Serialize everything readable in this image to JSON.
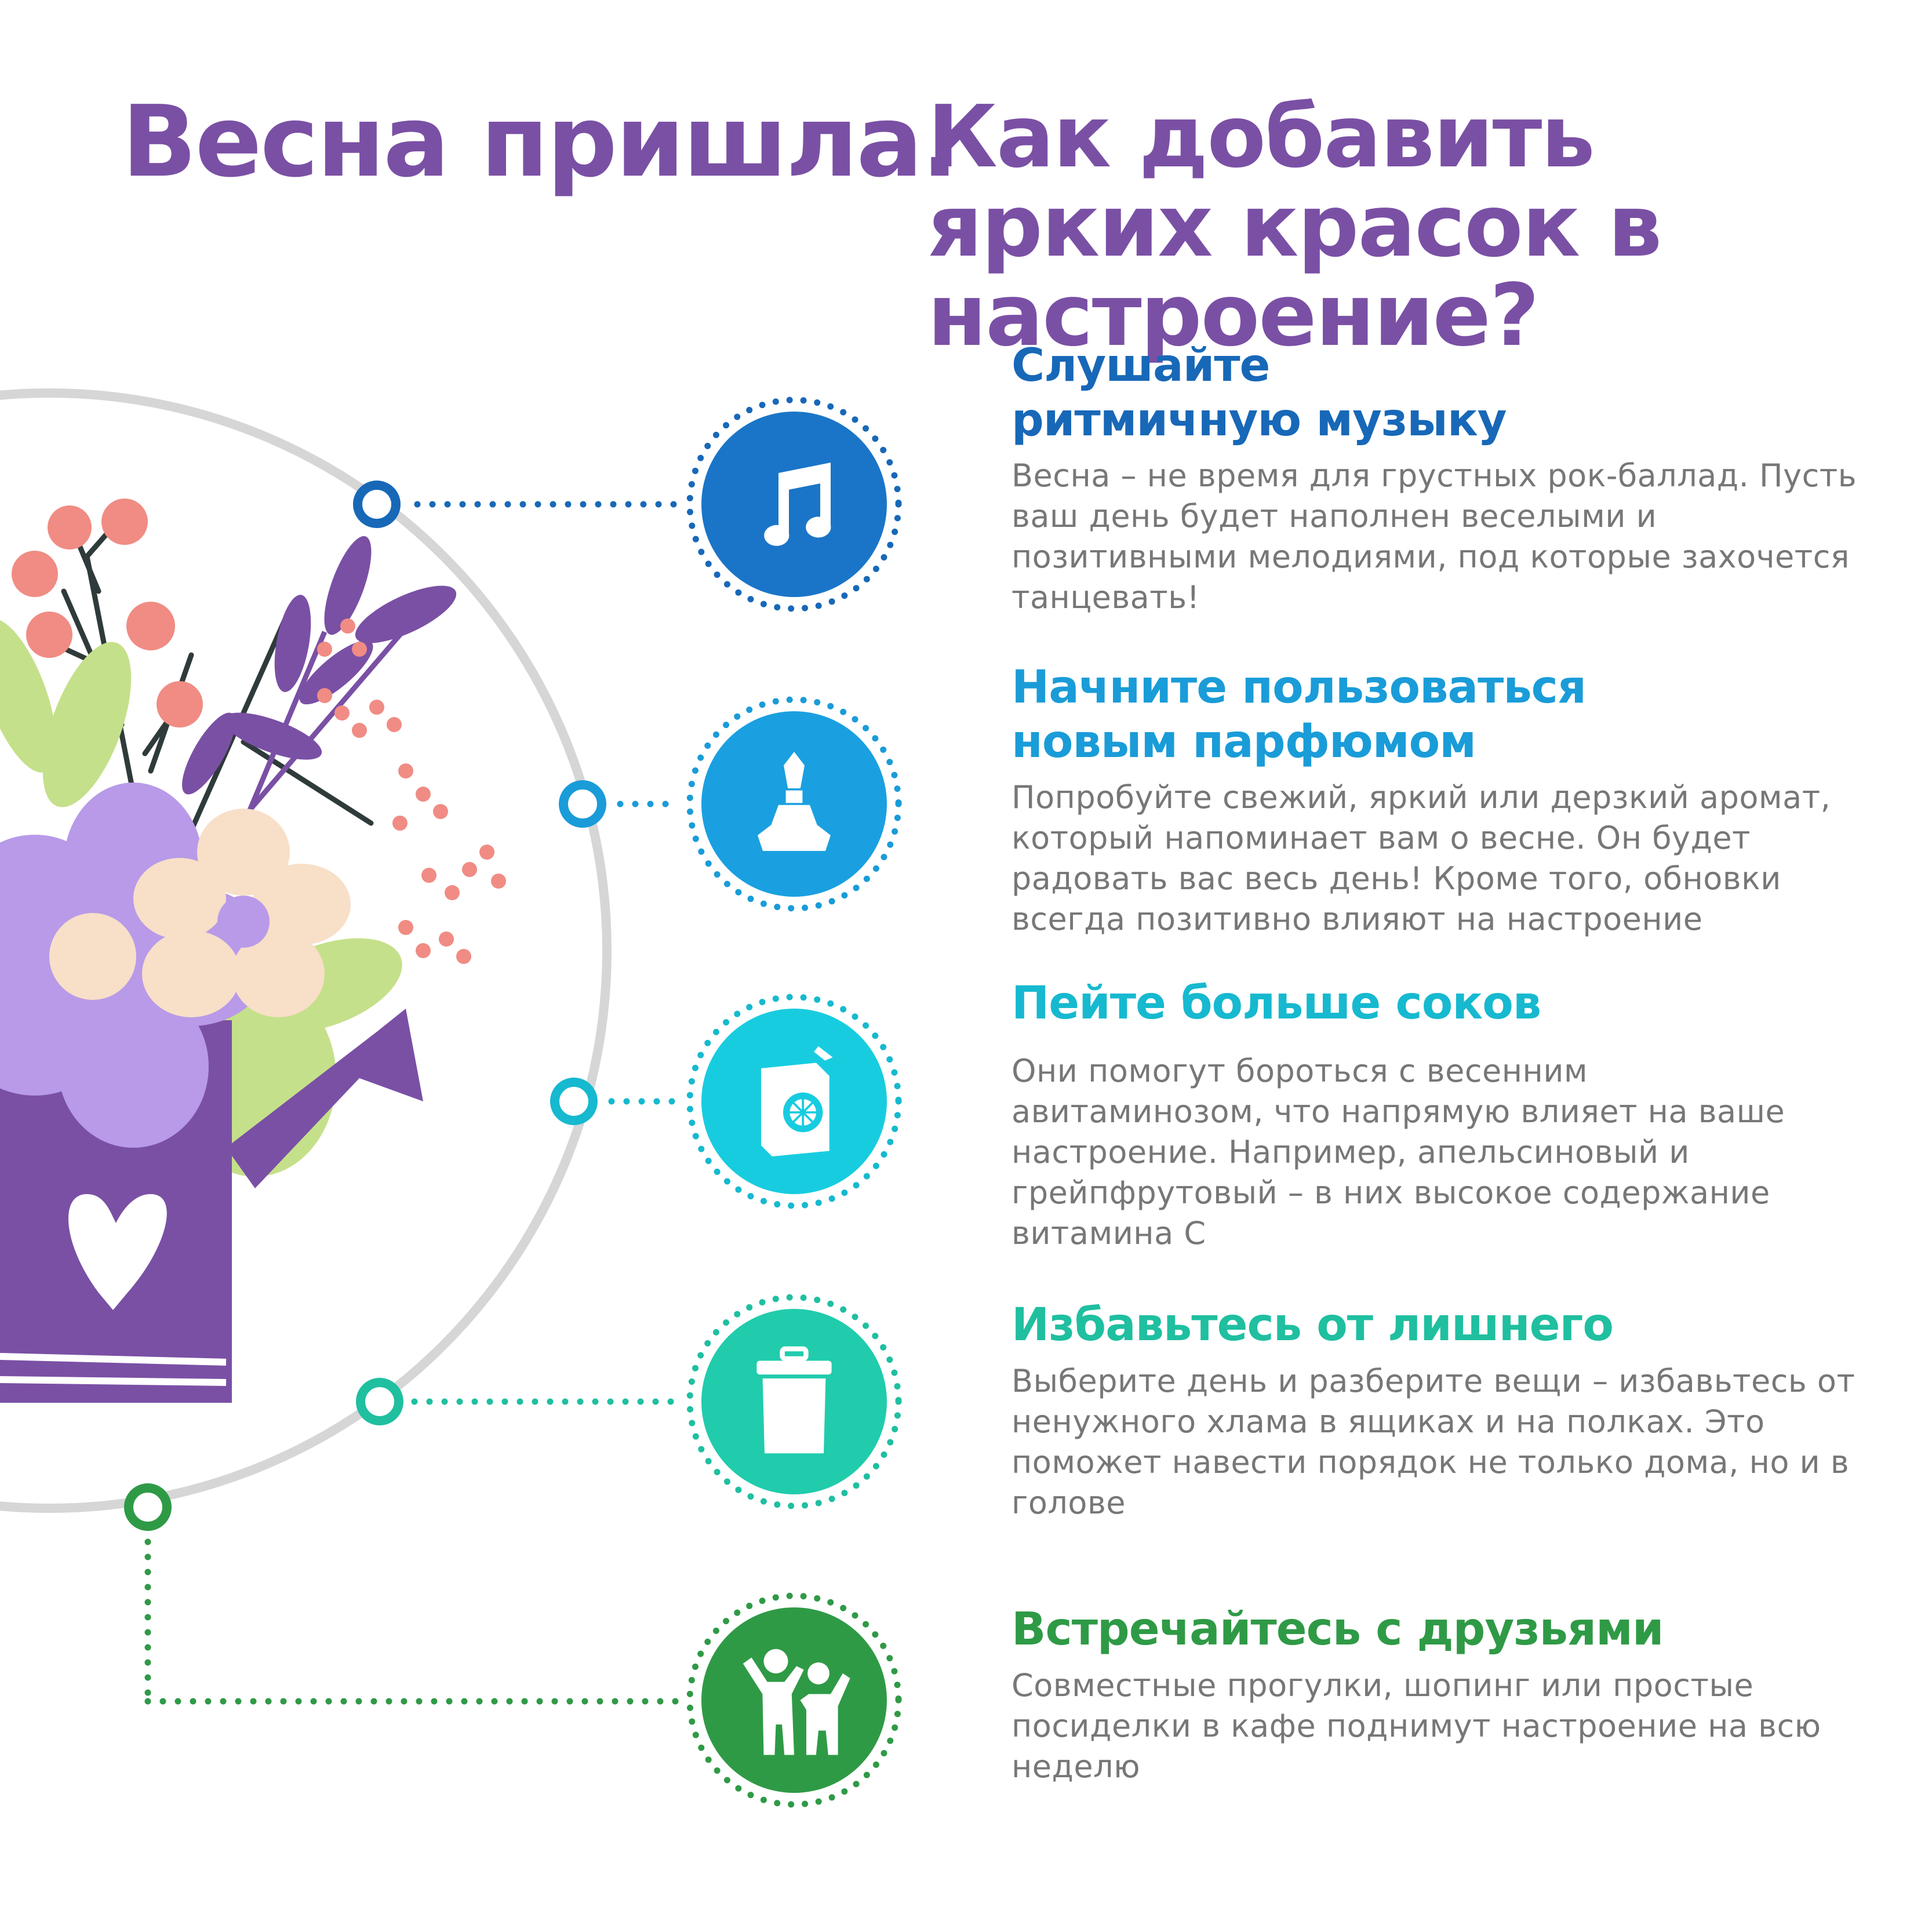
{
  "heading": {
    "left": "Весна пришла.",
    "right": "Как добавить ярких красок в настроение?"
  },
  "colors": {
    "purple": "#7a50a5",
    "music": "#1868b8",
    "perfume": "#1a9cd8",
    "juice": "#16b9cf",
    "declutter": "#1fbfa0",
    "friends": "#2f9a46"
  },
  "items": [
    {
      "icon": "music-note-icon",
      "title": "Слушайте ритмичную музыку",
      "text": "Весна – не время для грустных рок-баллад. Пусть ваш день будет наполнен веселыми и позитивными мелодиями, под которые захочется танцевать!"
    },
    {
      "icon": "perfume-bottle-icon",
      "title": "Начните пользоваться новым парфюмом",
      "text": "Попробуйте свежий, яркий или дерзкий аромат, который напоминает вам о весне. Он будет радовать вас весь день! Кроме того, обновки всегда позитивно влияют на настроение"
    },
    {
      "icon": "juice-box-icon",
      "title": "Пейте больше соков",
      "text": "Они помогут бороться с весенним авитаминозом, что напрямую влияет на ваше настроение. Например, апельсиновый и грейпфрутовый – в них высокое содержание витамина С"
    },
    {
      "icon": "trash-bin-icon",
      "title": "Избавьтесь от лишнего",
      "text": "Выберите день и разберите вещи – избавьтесь от ненужного хлама в ящиках и на полках. Это поможет навести порядок не только дома, но и в голове"
    },
    {
      "icon": "friends-icon",
      "title": "Встречайтесь с друзьями",
      "text": "Совместные прогулки, шопинг или простые посиделки в кафе поднимут настроение на всю неделю"
    }
  ]
}
